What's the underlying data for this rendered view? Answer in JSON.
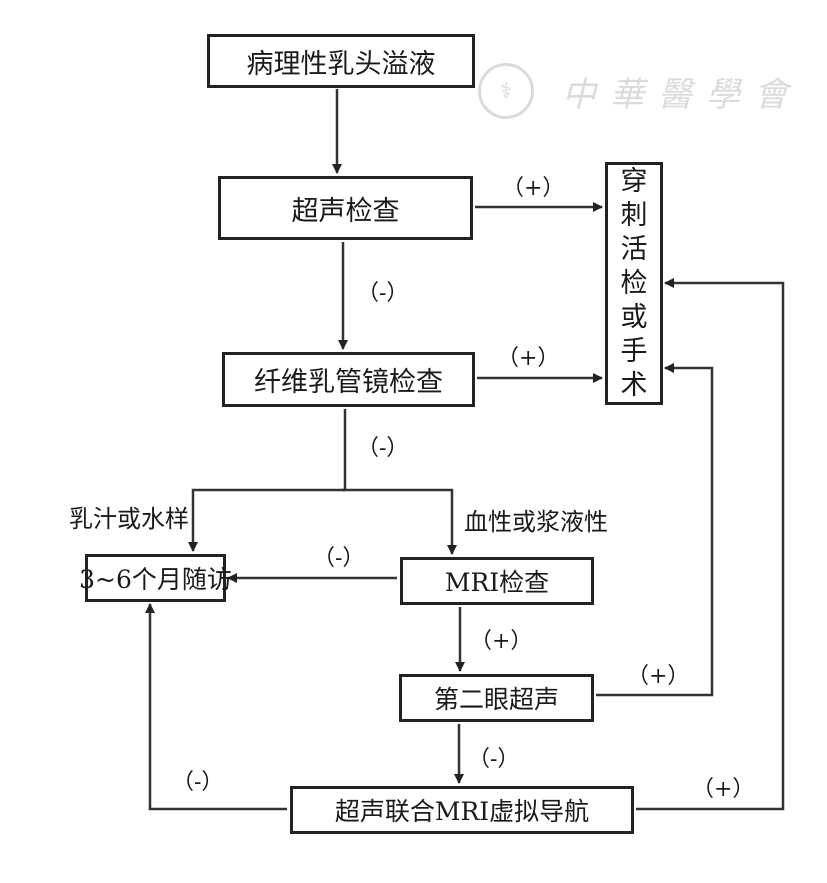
{
  "diagram": {
    "type": "flowchart",
    "nodes": {
      "start": "病理性乳头溢液",
      "ultrasound": "超声检查",
      "ductoscopy": "纤维乳管镜检查",
      "biopsy_surgery": [
        "穿",
        "刺",
        "活",
        "检",
        "或",
        "手",
        "术"
      ],
      "followup": "3~6个月随访",
      "mri": "MRI检查",
      "second_look_us": "第二眼超声",
      "us_mri_navigation": "超声联合MRI虚拟导航"
    },
    "branch_labels": {
      "milk_or_watery": "乳汁或水样",
      "bloody_or_serous": "血性或浆液性"
    },
    "signs": {
      "us_positive": "（+）",
      "us_negative": "（-）",
      "ductoscopy_positive": "（+）",
      "ductoscopy_negative": "（-）",
      "mri_negative": "（-）",
      "mri_positive": "（+）",
      "second_look_positive": "（+）",
      "second_look_negative": "（-）",
      "navigation_negative": "（-）",
      "navigation_positive": "（+）"
    },
    "edges": [
      {
        "from": "start",
        "to": "ultrasound",
        "label": ""
      },
      {
        "from": "ultrasound",
        "to": "biopsy_surgery",
        "label": "（+）"
      },
      {
        "from": "ultrasound",
        "to": "ductoscopy",
        "label": "（-）"
      },
      {
        "from": "ductoscopy",
        "to": "biopsy_surgery",
        "label": "（+）"
      },
      {
        "from": "ductoscopy",
        "to": "followup",
        "label": "（-） 乳汁或水样"
      },
      {
        "from": "ductoscopy",
        "to": "mri",
        "label": "（-） 血性或浆液性"
      },
      {
        "from": "mri",
        "to": "followup",
        "label": "（-）"
      },
      {
        "from": "mri",
        "to": "second_look_us",
        "label": "（+）"
      },
      {
        "from": "second_look_us",
        "to": "biopsy_surgery",
        "label": "（+）"
      },
      {
        "from": "second_look_us",
        "to": "us_mri_navigation",
        "label": "（-）"
      },
      {
        "from": "us_mri_navigation",
        "to": "followup",
        "label": "（-）"
      },
      {
        "from": "us_mri_navigation",
        "to": "biopsy_surgery",
        "label": "（+）"
      }
    ]
  },
  "watermark": {
    "logo_icon": "cma-emblem-icon",
    "text": "中華醫學會"
  }
}
